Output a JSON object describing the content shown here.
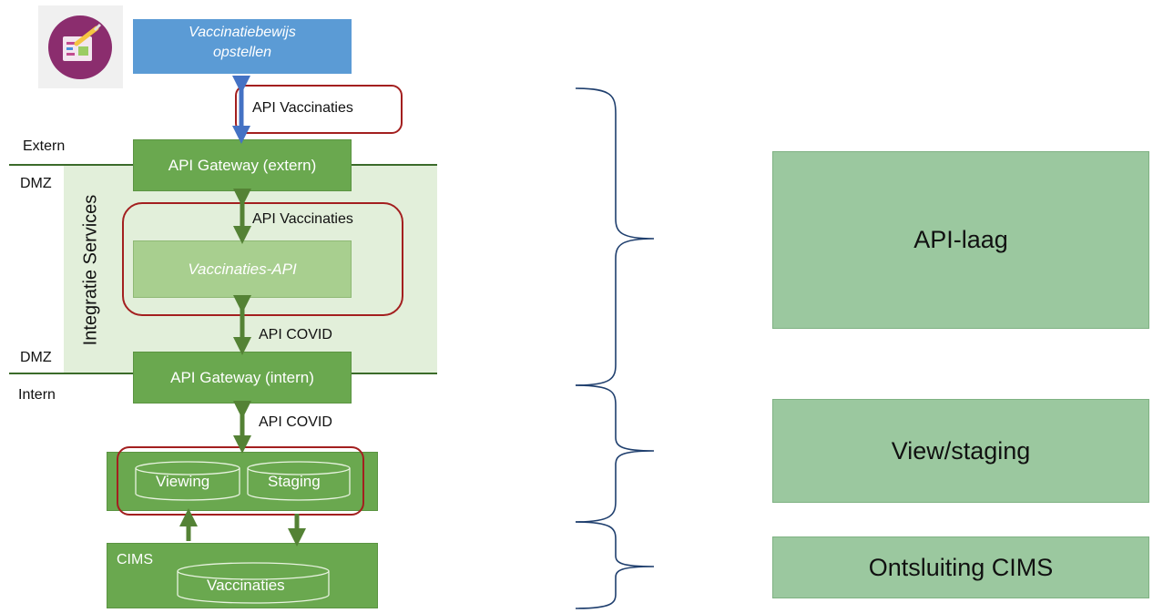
{
  "left": {
    "app_box": "Vaccinatiebewijs opstellen",
    "api_vaccinaties_top": "API Vaccinaties",
    "zone_extern": "Extern",
    "zone_dmz_top": "DMZ",
    "zone_dmz_bottom": "DMZ",
    "zone_intern": "Intern",
    "integratie_services": "Integratie Services",
    "gateway_extern": "API Gateway (extern)",
    "api_vaccinaties_mid": "API Vaccinaties",
    "vaccinaties_api": "Vaccinaties-API",
    "api_covid_upper": "API COVID",
    "gateway_intern": "API Gateway (intern)",
    "api_covid_lower": "API COVID",
    "viewing": "Viewing",
    "staging": "Staging",
    "cims": "CIMS",
    "vaccinaties_db": "Vaccinaties"
  },
  "right": {
    "api_laag": "API-laag",
    "view_staging": "View/staging",
    "ontsluiting_cims": "Ontsluiting CIMS"
  },
  "colors": {
    "green": "#6aa84f",
    "light_green": "#a8cf8f",
    "blue": "#5b9bd5",
    "red": "#a31f1f",
    "right_green": "#9bc89f",
    "brace": "#1f3f6e"
  },
  "icons": {
    "app_icon": "vaccination-certificate-app-icon"
  }
}
